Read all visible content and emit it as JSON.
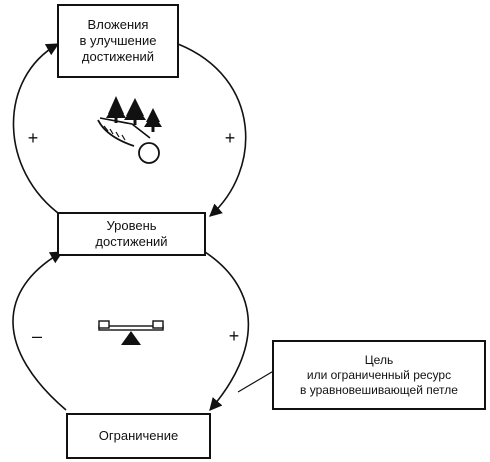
{
  "boxes": {
    "investment": {
      "lines": [
        "Вложения",
        "в улучшение",
        "достижений"
      ]
    },
    "performance": {
      "lines": [
        "Уровень",
        "достижений"
      ]
    },
    "constraint": {
      "lines": [
        "Ограничение"
      ]
    },
    "goal": {
      "lines": [
        "Цель",
        "или ограниченный ресурс",
        "в уравновешивающей петле"
      ]
    }
  },
  "signs": {
    "upper_left": "+",
    "upper_right": "+",
    "lower_left": "–",
    "lower_right": "+"
  },
  "icons": {
    "upper_loop": "snowball-rolling-downhill-icon",
    "lower_loop": "balance-scale-icon"
  },
  "colors": {
    "ink": "#111111",
    "background": "#ffffff"
  }
}
